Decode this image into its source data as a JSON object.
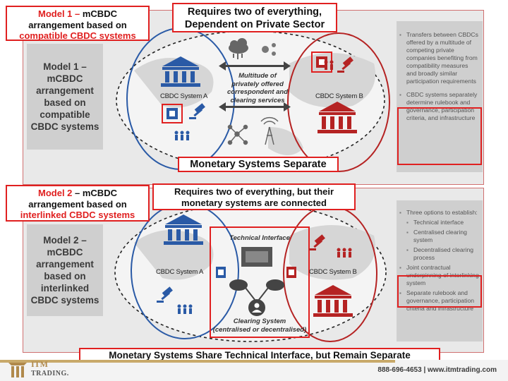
{
  "model1": {
    "callout": {
      "part1": "Model 1 –",
      "part2": " mCBDC",
      "line2": "arrangement based on",
      "line3": "compatible CBDC systems"
    },
    "header": "Requires two of everything,\nDependent on Private Sector",
    "label": "Model 1 –\nmCBDC\narrangement\nbased on\ncompatible\nCBDC systems",
    "system_a": "CBDC System A",
    "system_b": "CBDC System B",
    "middle_text": "Multitude of\nprivately offered\ncorrespondent and\nclearing services",
    "bottom": "Monetary Systems Separate",
    "right_items": [
      "Transfers between CBDCs offered by a multitude of competing private companies benefiting from compatibility measures and broadly similar participation requirements",
      "CBDC systems separately determine rulebook and governance, participation criteria, and infrastructure"
    ]
  },
  "model2": {
    "callout": {
      "part1": "Model 2",
      "part2": " – mCBDC",
      "line2": "arrangement based on",
      "line3": "interlinked CBDC systems"
    },
    "header": "Requires two of everything, but their\nmonetary systems are connected",
    "label": "Model 2 –\nmCBDC\narrangement\nbased on\ninterlinked\nCBDC systems",
    "system_a": "CBDC System A",
    "system_b": "CBDC System B",
    "technical_interface": "Technical Interface",
    "clearing_system": "Clearing System\n(centralised or decentralised)",
    "bottom": "Monetary Systems Share Technical Interface, but Remain Separate",
    "right_items": [
      {
        "text": "Three options to establish:",
        "sub": false
      },
      {
        "text": "Technical interface",
        "sub": true
      },
      {
        "text": "Centralised clearing system",
        "sub": true
      },
      {
        "text": "Decentralised clearing process",
        "sub": true
      },
      {
        "text": "Joint contractual underpinning of interlinking system",
        "sub": false
      },
      {
        "text": "Separate rulebook and governance, participation criteria and infrastructure",
        "sub": false
      }
    ]
  },
  "footer": {
    "brand_top": "ITM",
    "brand_bottom": "TRADING.",
    "contact": "888-696-4653  |  www.itmtrading.com"
  },
  "colors": {
    "accent": "#e02020",
    "bank_blue": "#2a5aa6",
    "bank_red": "#b52323",
    "panel": "#e9e9e9"
  }
}
